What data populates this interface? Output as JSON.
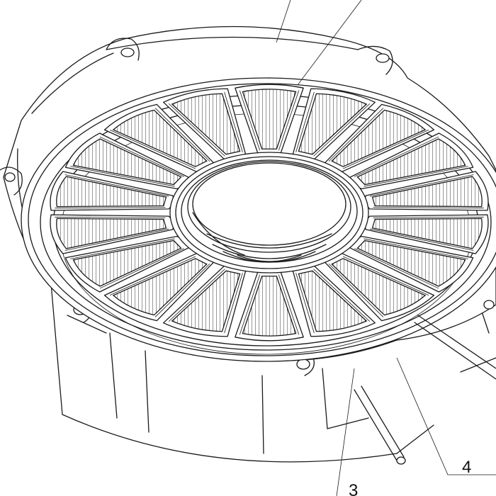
{
  "figure": {
    "labels": [
      {
        "id": "label-3",
        "text": "3"
      },
      {
        "id": "label-4",
        "text": "4"
      }
    ],
    "tooth_count": 18,
    "stroke_color": "#1a1a1a",
    "background_color": "#ffffff"
  }
}
